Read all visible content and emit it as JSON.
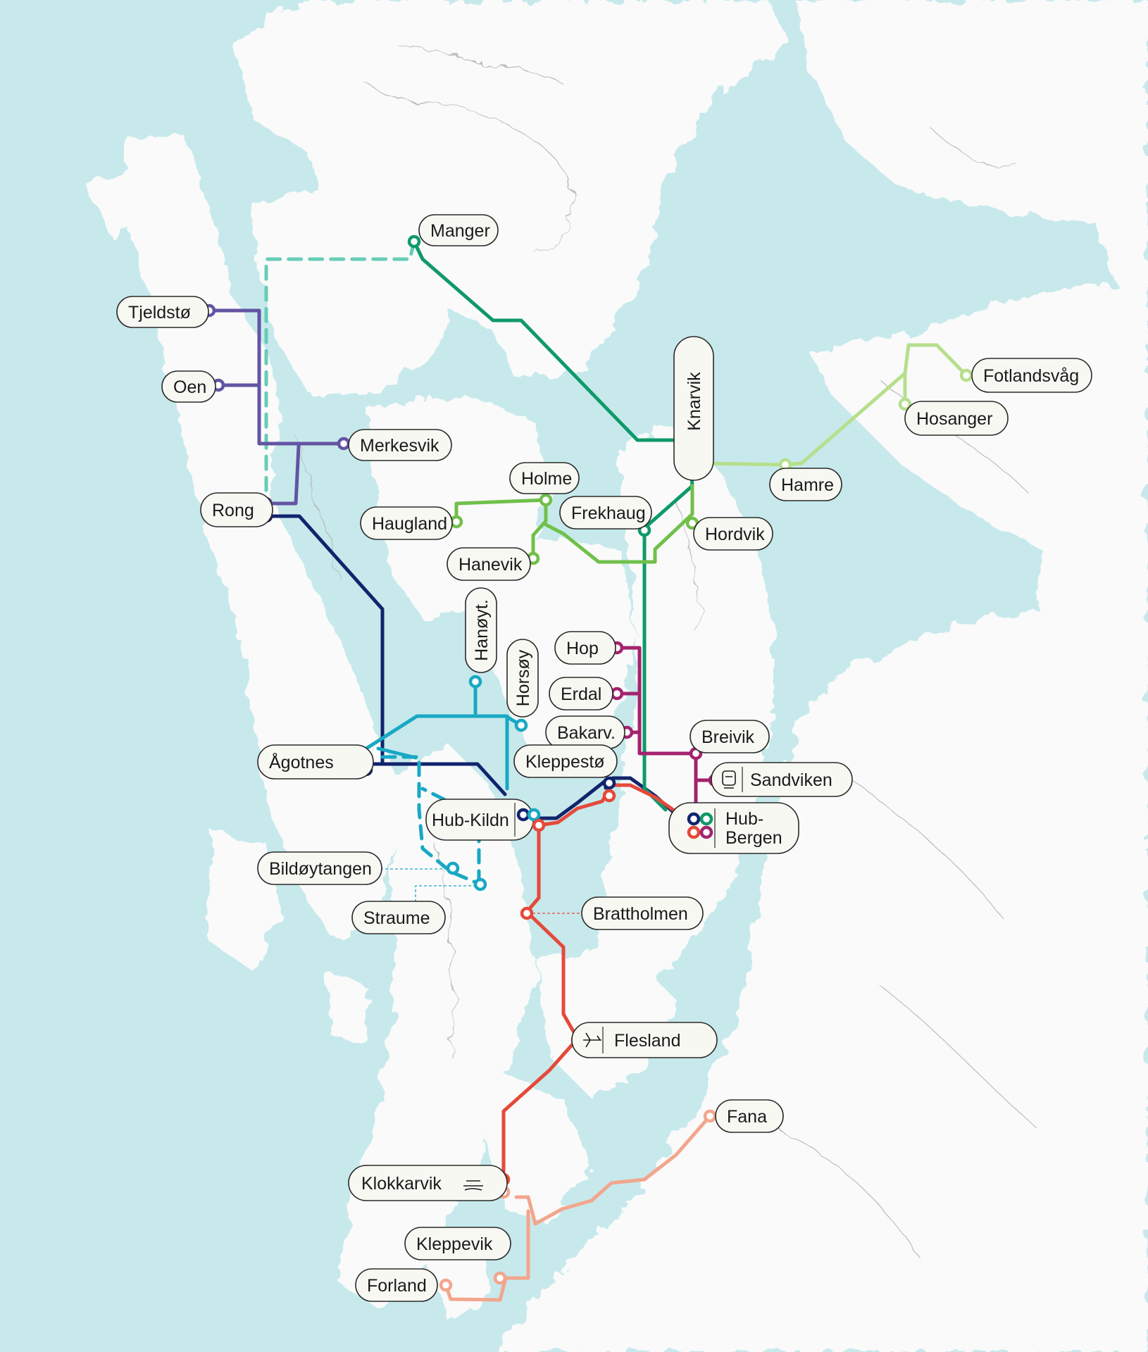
{
  "colors": {
    "water": "#c7e9ec",
    "land": "#fafafa",
    "contour": "#b9bec2",
    "label_fill": "#f8f8f3",
    "label_stroke": "#2a2a2a",
    "text": "#1a1a1a",
    "lines": {
      "purple": "#6354a3",
      "navy": "#10246d",
      "teal_dashed": "#66cdb7",
      "green_dark": "#10996a",
      "green_mid": "#70c04a",
      "green_light": "#b6df8c",
      "cyan": "#18a8c4",
      "magenta": "#a3236f",
      "red": "#e5493a",
      "salmon": "#f2a68d"
    }
  },
  "stations": [
    {
      "id": "manger",
      "name": "Manger"
    },
    {
      "id": "tjeldsto",
      "name": "Tjeldstø"
    },
    {
      "id": "oen",
      "name": "Oen"
    },
    {
      "id": "merkesvik",
      "name": "Merkesvik"
    },
    {
      "id": "rong",
      "name": "Rong"
    },
    {
      "id": "knarvik",
      "name": "Knarvik"
    },
    {
      "id": "fotlandsvag",
      "name": "Fotlandsvåg"
    },
    {
      "id": "hosanger",
      "name": "Hosanger"
    },
    {
      "id": "hamre",
      "name": "Hamre"
    },
    {
      "id": "holme",
      "name": "Holme"
    },
    {
      "id": "haugland",
      "name": "Haugland"
    },
    {
      "id": "frekhaug",
      "name": "Frekhaug"
    },
    {
      "id": "hordvik",
      "name": "Hordvik"
    },
    {
      "id": "hanevik",
      "name": "Hanevik"
    },
    {
      "id": "hanoyt",
      "name": "Hanøyt."
    },
    {
      "id": "horsoy",
      "name": "Horsøy"
    },
    {
      "id": "hop",
      "name": "Hop"
    },
    {
      "id": "erdal",
      "name": "Erdal"
    },
    {
      "id": "bakarv",
      "name": "Bakarv."
    },
    {
      "id": "breivik",
      "name": "Breivik"
    },
    {
      "id": "sandviken",
      "name": "Sandviken",
      "icon": "train-icon"
    },
    {
      "id": "agotnes",
      "name": "Ågotnes"
    },
    {
      "id": "kleppesto",
      "name": "Kleppestø"
    },
    {
      "id": "hubkildn",
      "name": "Hub-Kildn"
    },
    {
      "id": "hubbergen",
      "name": "Hub-\nBergen"
    },
    {
      "id": "bildoytangen",
      "name": "Bildøytangen"
    },
    {
      "id": "straume",
      "name": "Straume"
    },
    {
      "id": "brattholmen",
      "name": "Brattholmen"
    },
    {
      "id": "flesland",
      "name": "Flesland",
      "icon": "airplane-icon"
    },
    {
      "id": "fana",
      "name": "Fana"
    },
    {
      "id": "klokkarvik",
      "name": "Klokkarvik",
      "icon": "ferry-icon"
    },
    {
      "id": "kleppevik",
      "name": "Kleppevik"
    },
    {
      "id": "forland",
      "name": "Forland"
    }
  ]
}
